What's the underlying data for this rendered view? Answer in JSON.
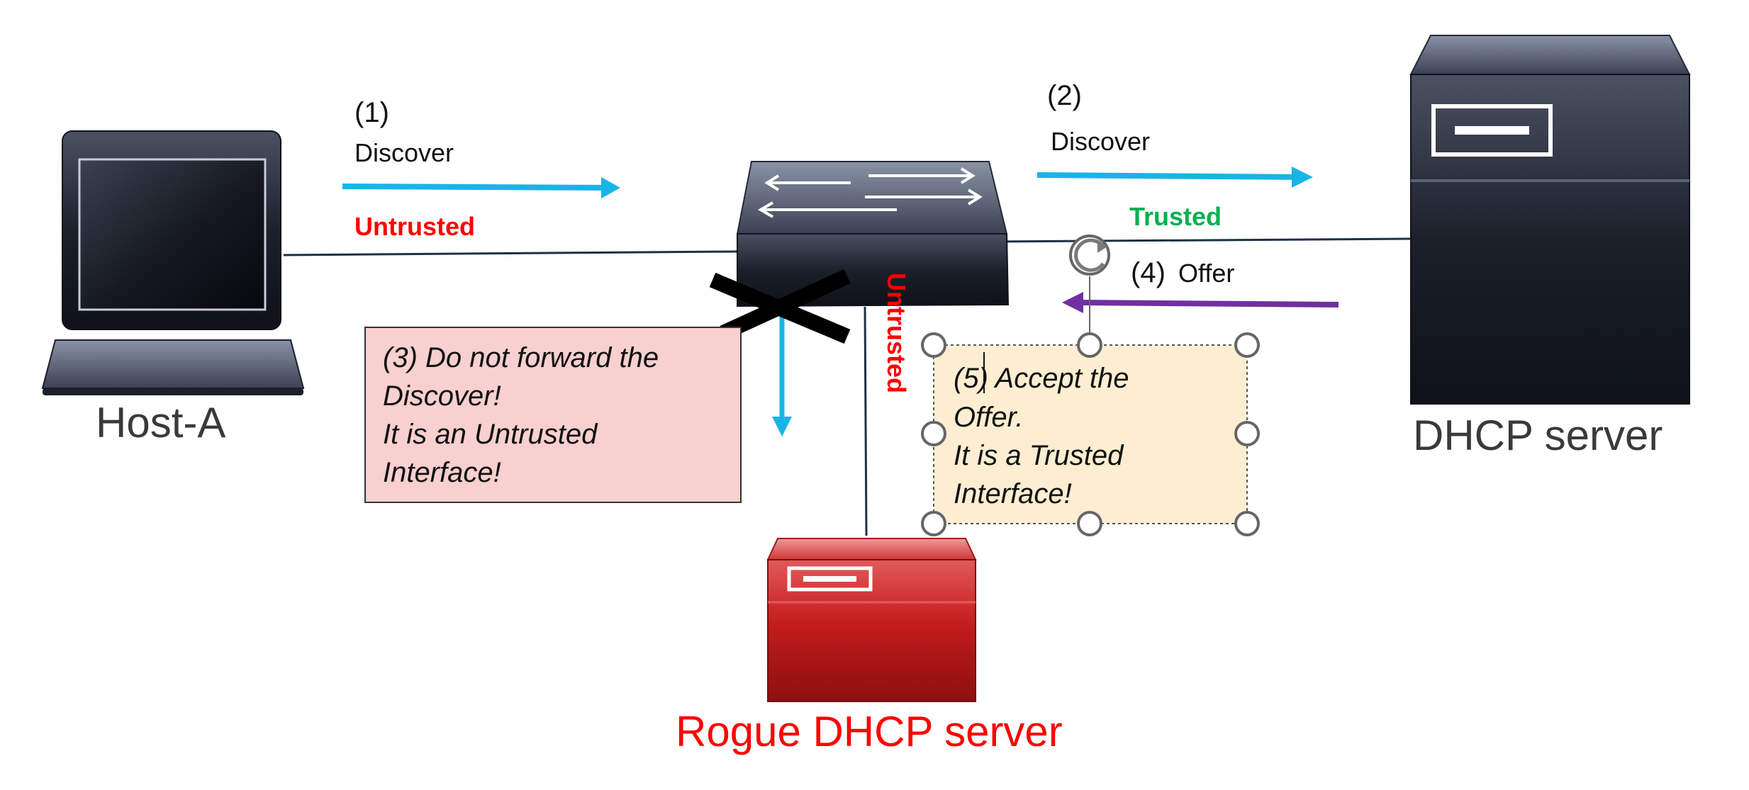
{
  "colors": {
    "untrusted": "#ff0000",
    "trusted": "#00b050",
    "discover_arrow": "#19b4e6",
    "offer_arrow": "#7030a0",
    "link_line": "#1f3044",
    "device_dark": "#1b1f2b",
    "rogue_red": "#c41c1c",
    "note_red_bg": "#f8d0cf",
    "note_yellow_bg": "#fdeed2"
  },
  "nodes": {
    "host": {
      "label": "Host-A",
      "icon": "laptop-icon"
    },
    "switch": {
      "icon": "switch-icon"
    },
    "dhcp_server": {
      "label": "DHCP server",
      "icon": "server-icon"
    },
    "rogue_server": {
      "label": "Rogue DHCP server",
      "icon": "server-icon"
    }
  },
  "links": {
    "host_switch": {
      "trust": "Untrusted"
    },
    "switch_server": {
      "trust": "Trusted"
    },
    "switch_rogue": {
      "trust": "Untrusted"
    }
  },
  "steps": [
    {
      "num": "(1)",
      "label": "Discover"
    },
    {
      "num": "(2)",
      "label": "Discover"
    },
    {
      "num": "(4)",
      "label": "Offer"
    }
  ],
  "notes": {
    "drop": {
      "lines": [
        "(3) Do not forward the",
        "Discover!",
        "It is an Untrusted",
        "Interface!"
      ]
    },
    "accept": {
      "lines": [
        "(5) Accept the",
        "Offer.",
        "It is a Trusted",
        "Interface!"
      ]
    }
  }
}
